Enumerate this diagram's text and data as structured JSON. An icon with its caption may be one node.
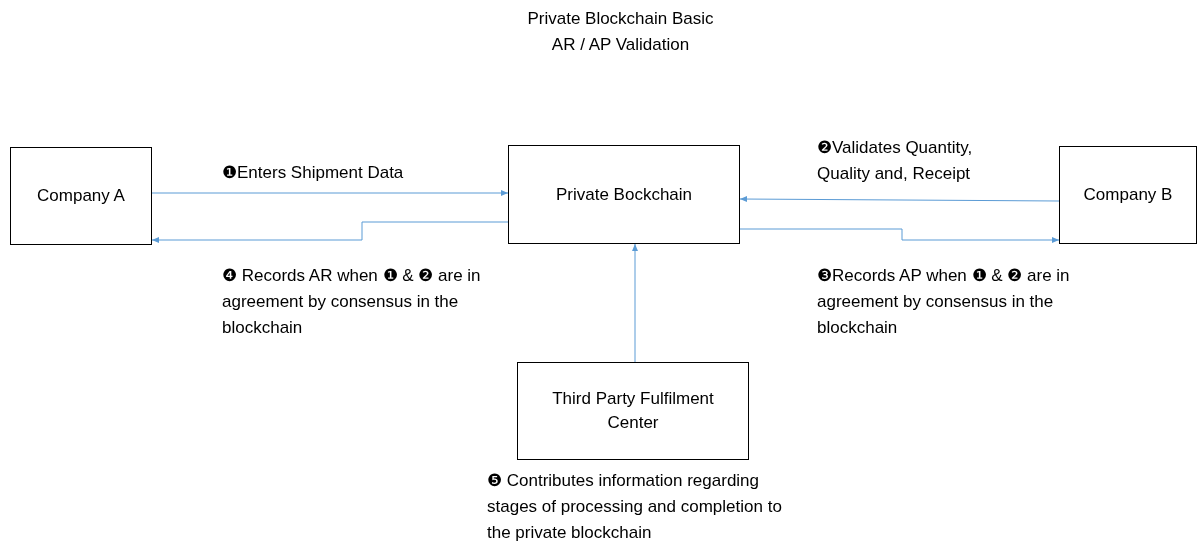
{
  "diagram": {
    "title": "Private Blockchain Basic AR / AP Validation",
    "nodes": [
      {
        "text": [
          "Company A"
        ]
      },
      {
        "text": [
          "Private Bockchain"
        ]
      },
      {
        "text": [
          "Company B"
        ]
      },
      {
        "text": [
          "Third Party Fulfilment Center"
        ],
        "beside": [
          "❺ Contributes information regarding stages of processing and completion to the private blockchain"
        ]
      }
    ],
    "edges": [
      {
        "from": 0,
        "to": 1,
        "arrow": "to",
        "label": "❶Enters Shipment Data"
      },
      {
        "from": 1,
        "to": 0,
        "arrow": "to",
        "label": "❹ Records AR when ❶ & ❷ are in agreement by consensus in the blockchain"
      },
      {
        "from": 2,
        "to": 1,
        "arrow": "to",
        "label": "❷Validates Quantity, Quality and, Receipt"
      },
      {
        "from": 1,
        "to": 2,
        "arrow": "to",
        "label": "❸Records AP when ❶ & ❷ are in agreement by consensus in the blockchain"
      },
      {
        "from": 3,
        "to": 1,
        "arrow": "to"
      }
    ]
  }
}
